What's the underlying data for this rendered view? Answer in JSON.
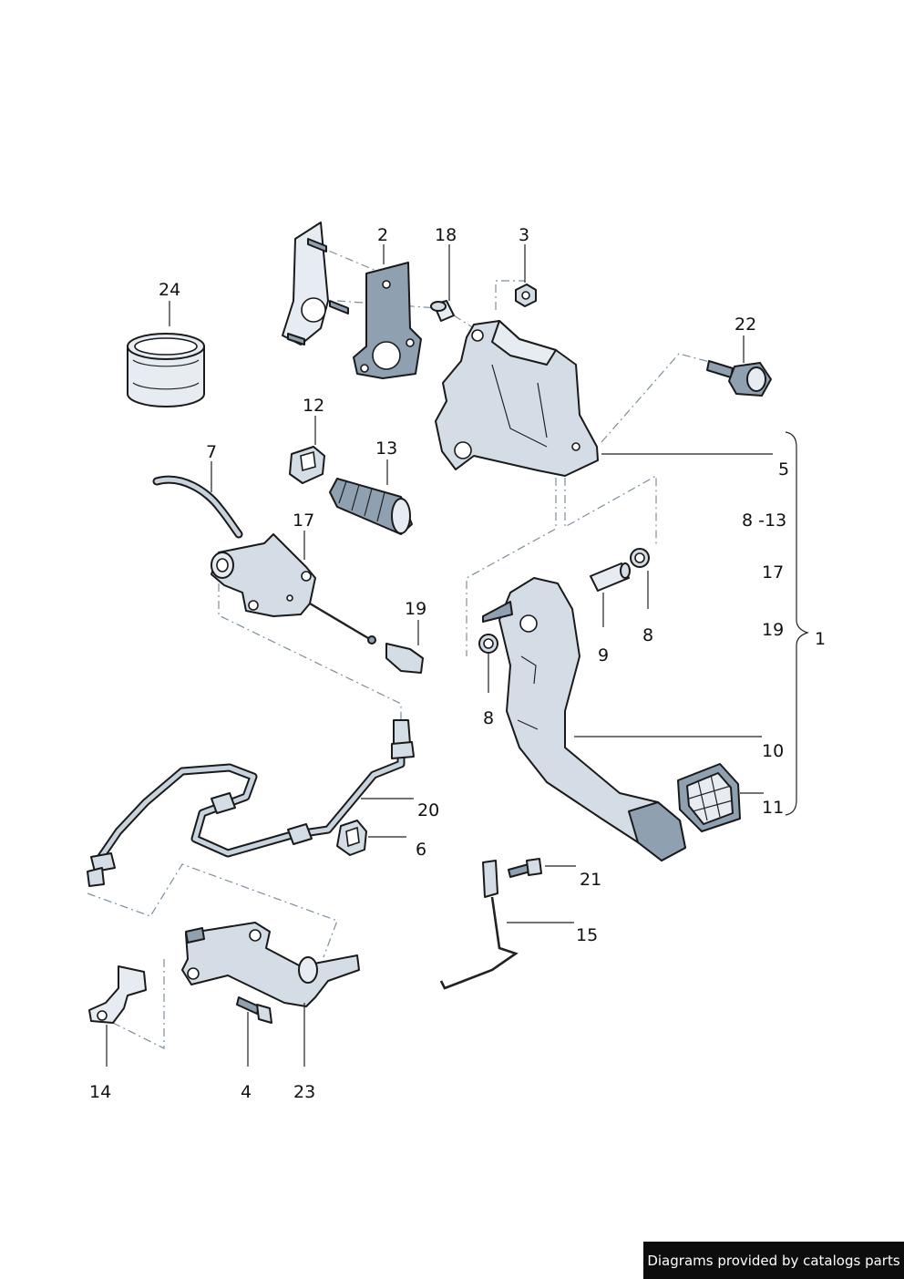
{
  "callouts": {
    "c1": "1",
    "c2": "2",
    "c3": "3",
    "c4": "4",
    "c5": "5",
    "c6": "6",
    "c7": "7",
    "c8a": "8",
    "c8b": "8",
    "c8_13": "8 -13",
    "c9": "9",
    "c10": "10",
    "c11": "11",
    "c12": "12",
    "c13": "13",
    "c14": "14",
    "c15": "15",
    "c17a": "17",
    "c17b": "17",
    "c18": "18",
    "c19a": "19",
    "c19b": "19",
    "c20": "20",
    "c21": "21",
    "c22": "22",
    "c23": "23",
    "c24": "24"
  },
  "credit": "Diagrams provided by catalogs parts"
}
